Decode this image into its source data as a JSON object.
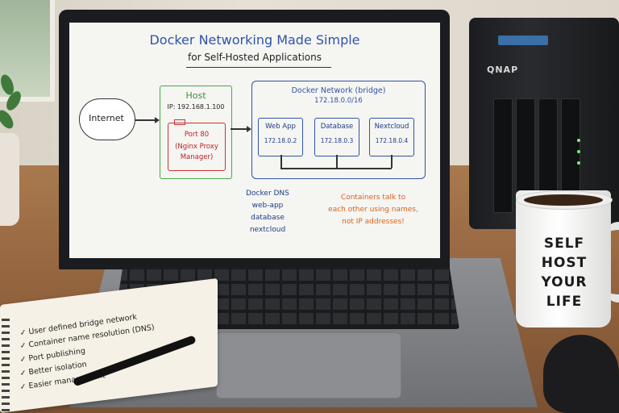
{
  "screen": {
    "title": "Docker Networking Made Simple",
    "subtitle": "for Self-Hosted Applications",
    "internet_label": "Internet",
    "host": {
      "title": "Host",
      "ip": "IP: 192.168.1.100",
      "port_lines": [
        "Port 80",
        "(Nginx Proxy",
        "Manager)"
      ]
    },
    "network": {
      "title": "Docker Network (bridge)",
      "subnet": "172.18.0.0/16",
      "containers": [
        {
          "name": "Web App",
          "ip": "172.18.0.2"
        },
        {
          "name": "Database",
          "ip": "172.18.0.3"
        },
        {
          "name": "Nextcloud",
          "ip": "172.18.0.4"
        }
      ]
    },
    "dns": [
      "Docker DNS",
      "web-app",
      "database",
      "nextcloud"
    ],
    "note": [
      "Containers talk to",
      "each other using names,",
      "not IP addresses!"
    ]
  },
  "nas": {
    "brand": "QNAP"
  },
  "mug": {
    "lines": [
      "SELF",
      "HOST",
      "YOUR",
      "LIFE"
    ]
  },
  "notebook": {
    "items": [
      "✓ User defined bridge network",
      "✓ Container name resolution (DNS)",
      "✓ Port publishing",
      "✓ Better isolation",
      "✓ Easier management"
    ]
  }
}
